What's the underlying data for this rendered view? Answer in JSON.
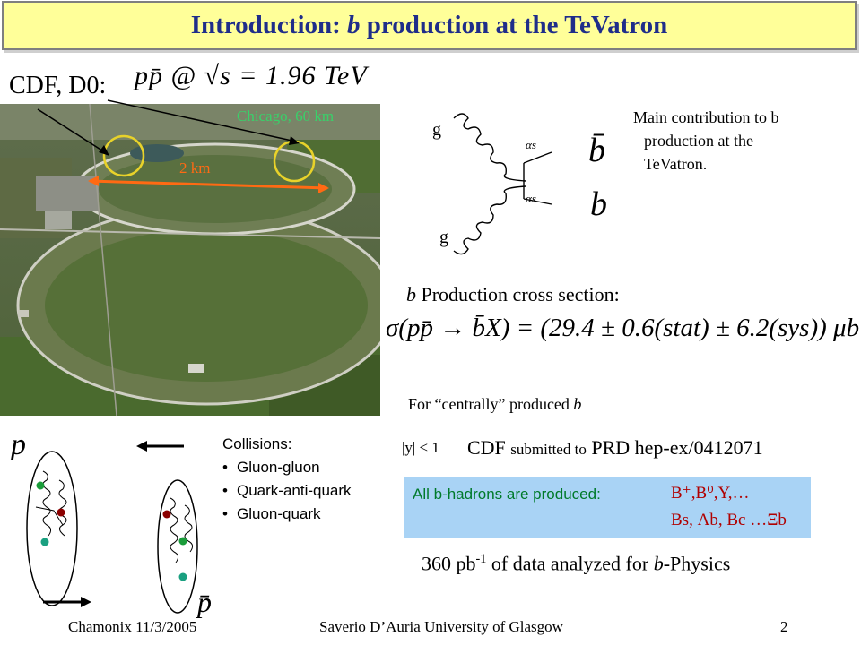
{
  "title": {
    "prefix": "Introduction: ",
    "italic": "b",
    "suffix": " production at the TeVatron"
  },
  "experiments_label": "CDF, D0:",
  "beam_formula": "pp̄ @ √s = 1.96 TeV",
  "photo": {
    "city_label": "Chicago, 60 km",
    "distance_label": "2 km"
  },
  "feynman": {
    "gluon_label": "g",
    "coupling_label": "αs",
    "quark_bar": "b̄",
    "quark": "b"
  },
  "main_contribution": {
    "l1": "Main contribution to b",
    "l2": "production at the",
    "l3": "TeVatron."
  },
  "cross_section": {
    "heading_italic": "b",
    "heading_rest": " Production cross section:",
    "formula": "σ(pp̄ → b̄X) = (29.4 ± 0.6(stat) ± 6.2(sys)) μb"
  },
  "central_note": {
    "prefix": "For “centrally” produced ",
    "italic": "b"
  },
  "rapidity_cut": "|y| < 1",
  "cdf_ref": {
    "cdf": "CDF",
    "submitted": "submitted to",
    "ref": "PRD hep-ex/0412071"
  },
  "collision": {
    "proton_label": "p",
    "antiproton_label": "p̄"
  },
  "collisions_list": {
    "title": "Collisions:",
    "items": [
      "Gluon-gluon",
      "Quark-anti-quark",
      "Gluon-quark"
    ]
  },
  "hadrons": {
    "label": "All b-hadrons are produced:",
    "line1": "B⁺,B⁰,Υ,…",
    "line2": "Bs, Λb, Bc …Ξb"
  },
  "data_analyzed": {
    "prefix": "360 pb",
    "sup": "-1",
    "mid": " of data analyzed for ",
    "italic": "b",
    "suffix": "-Physics"
  },
  "footer": {
    "left": "Chamonix 11/3/2005",
    "center": "Saverio D’Auria University of Glasgow",
    "page": "2"
  },
  "colors": {
    "title_bg": "#ffff99",
    "title_text": "#1f2d8a",
    "city_label": "#39d16a",
    "distance": "#ff6a13",
    "hadrons_bg": "#a9d3f5"
  }
}
